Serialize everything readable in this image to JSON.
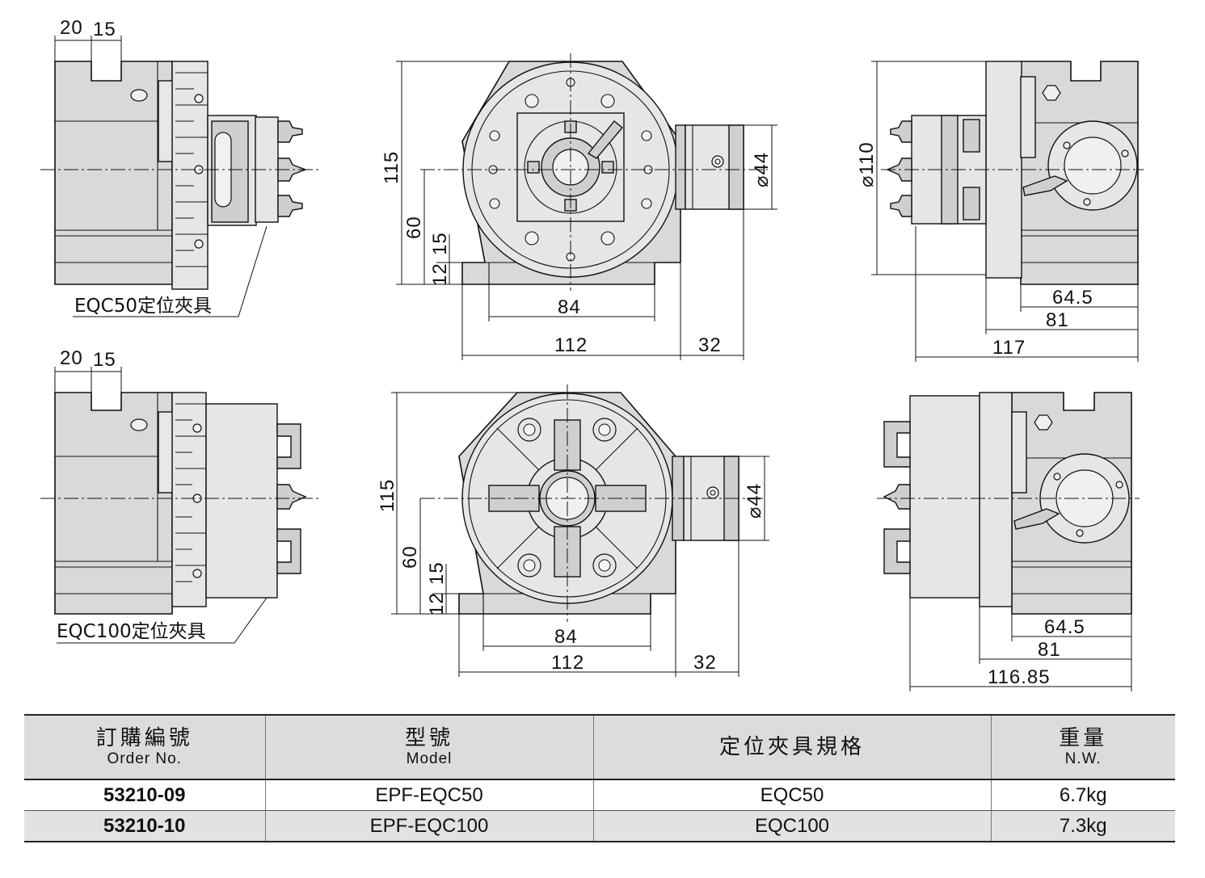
{
  "drawings": {
    "top_row": {
      "side_left": {
        "dim_a": "20",
        "dim_b": "15",
        "callout": "EQC50定位夾具"
      },
      "front": {
        "height": "115",
        "center": "60",
        "base_a": "12",
        "base_b": "15",
        "bolt_span": "84",
        "width": "112",
        "diameter": "⌀44",
        "knob": "32"
      },
      "side_right": {
        "diameter": "⌀110",
        "d1": "64.5",
        "d2": "81",
        "d3": "117"
      }
    },
    "bottom_row": {
      "side_left": {
        "dim_a": "20",
        "dim_b": "15",
        "callout": "EQC100定位夾具"
      },
      "front": {
        "height": "115",
        "center": "60",
        "base_a": "12",
        "base_b": "15",
        "bolt_span": "84",
        "width": "112",
        "diameter": "⌀44",
        "knob": "32"
      },
      "side_right": {
        "d1": "64.5",
        "d2": "81",
        "d3": "116.85"
      }
    }
  },
  "table": {
    "headers": [
      {
        "zh": "訂購編號",
        "en": "Order No."
      },
      {
        "zh": "型號",
        "en": "Model"
      },
      {
        "zh": "定位夾具規格",
        "en": ""
      },
      {
        "zh": "重量",
        "en": "N.W."
      }
    ],
    "rows": [
      {
        "order_no": "53210-09",
        "model": "EPF-EQC50",
        "fixture": "EQC50",
        "weight": "6.7kg"
      },
      {
        "order_no": "53210-10",
        "model": "EPF-EQC100",
        "fixture": "EQC100",
        "weight": "7.3kg"
      }
    ]
  }
}
